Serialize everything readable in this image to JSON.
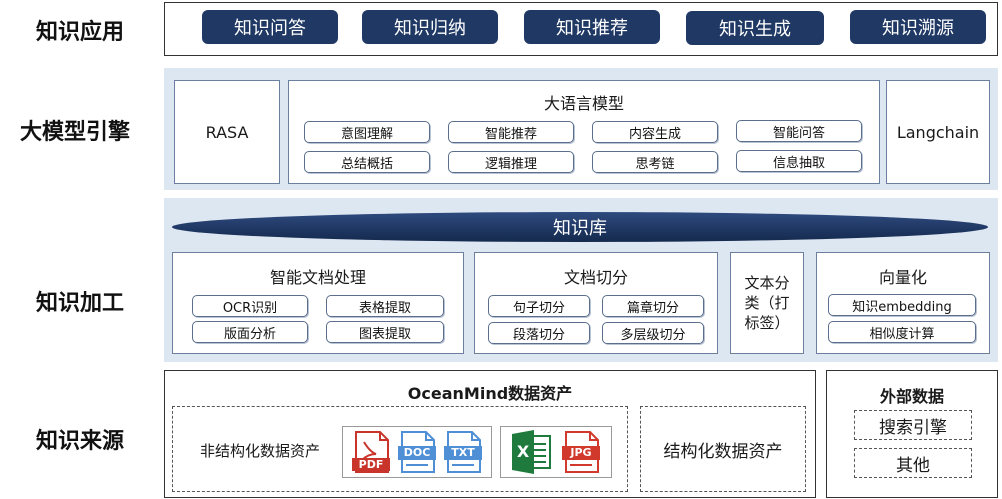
{
  "layers": {
    "application": "知识应用",
    "engine": "大模型引擎",
    "processing": "知识加工",
    "source": "知识来源"
  },
  "application": {
    "buttons": [
      "知识问答",
      "知识归纳",
      "知识推荐",
      "知识生成",
      "知识溯源"
    ]
  },
  "engine": {
    "left": "RASA",
    "llm_title": "大语言模型",
    "llm_items": [
      "意图理解",
      "智能推荐",
      "内容生成",
      "智能问答",
      "总结概括",
      "逻辑推理",
      "思考链",
      "信息抽取"
    ],
    "right": "Langchain"
  },
  "processing": {
    "kb_title": "知识库",
    "doc": {
      "title": "智能文档处理",
      "items": [
        "OCR识别",
        "表格提取",
        "版面分析",
        "图表提取"
      ]
    },
    "split": {
      "title": "文档切分",
      "items": [
        "句子切分",
        "篇章切分",
        "段落切分",
        "多层级切分"
      ]
    },
    "classify": "文本分类（打标签）",
    "vector": {
      "title": "向量化",
      "items": [
        "知识embedding",
        "相似度计算"
      ]
    }
  },
  "source": {
    "asset_title": "OceanMind数据资产",
    "unstructured": "非结构化数据资产",
    "structured": "结构化数据资产",
    "file_icons": [
      "PDF",
      "DOC",
      "TXT",
      "X",
      "JPG"
    ],
    "external_title": "外部数据",
    "external_items": [
      "搜索引擎",
      "其他"
    ]
  },
  "colors": {
    "navy": "#1f3864",
    "panel": "#dde7f2",
    "pdf": "#c9352b",
    "doc": "#4f8fd6",
    "excel": "#1f7a3e",
    "jpg": "#d0392b"
  }
}
